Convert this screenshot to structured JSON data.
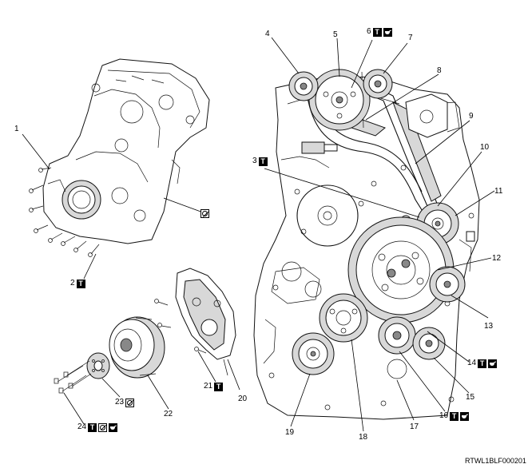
{
  "reference_code": "RTWL1BLF000201",
  "symbols": {
    "torque": "T",
    "do_not_reuse": "⊘",
    "apply_oil": "oil-can"
  },
  "callouts": [
    {
      "id": "c1",
      "label": "1",
      "symbols": []
    },
    {
      "id": "c2",
      "label": "2",
      "symbols": [
        "torque"
      ]
    },
    {
      "id": "c3",
      "label": "3",
      "symbols": [
        "torque"
      ]
    },
    {
      "id": "c4",
      "label": "4",
      "symbols": []
    },
    {
      "id": "c5",
      "label": "5",
      "symbols": []
    },
    {
      "id": "c6",
      "label": "6",
      "symbols": [
        "torque",
        "apply_oil"
      ]
    },
    {
      "id": "c7",
      "label": "7",
      "symbols": []
    },
    {
      "id": "c8",
      "label": "8",
      "symbols": []
    },
    {
      "id": "c9",
      "label": "9",
      "symbols": []
    },
    {
      "id": "c10",
      "label": "10",
      "symbols": []
    },
    {
      "id": "c11",
      "label": "11",
      "symbols": []
    },
    {
      "id": "c12",
      "label": "12",
      "symbols": []
    },
    {
      "id": "c13",
      "label": "13",
      "symbols": []
    },
    {
      "id": "c14",
      "label": "14",
      "symbols": [
        "torque",
        "apply_oil"
      ]
    },
    {
      "id": "c15",
      "label": "15",
      "symbols": []
    },
    {
      "id": "c16",
      "label": "16",
      "symbols": [
        "torque",
        "apply_oil"
      ]
    },
    {
      "id": "c17",
      "label": "17",
      "symbols": []
    },
    {
      "id": "c18",
      "label": "18",
      "symbols": []
    },
    {
      "id": "c19",
      "label": "19",
      "symbols": []
    },
    {
      "id": "c20",
      "label": "20",
      "symbols": []
    },
    {
      "id": "c21",
      "label": "21",
      "symbols": [
        "torque"
      ]
    },
    {
      "id": "c22",
      "label": "22",
      "symbols": []
    },
    {
      "id": "c23",
      "label": "23",
      "symbols": [
        "do_not_reuse"
      ]
    },
    {
      "id": "c24",
      "label": "24",
      "symbols": [
        "torque",
        "do_not_reuse",
        "apply_oil"
      ]
    },
    {
      "id": "c25",
      "label": "",
      "symbols": [
        "do_not_reuse"
      ]
    }
  ]
}
